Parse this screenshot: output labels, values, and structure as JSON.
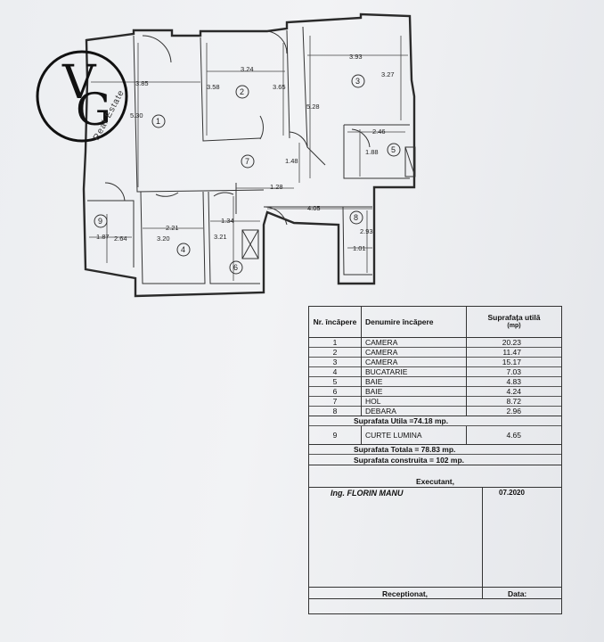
{
  "logo": {
    "monogram_v": "V",
    "monogram_g": "G",
    "text": "Real Estate"
  },
  "plan": {
    "dimensions": [
      "3.85",
      "5.30",
      "3.24",
      "3.58",
      "3.65",
      "3.93",
      "3.27",
      "5.28",
      "2.46",
      "1.88",
      "1.48",
      "1.28",
      "4.05",
      "2.93",
      "1.01",
      "2.21",
      "3.20",
      "1.34",
      "3.21",
      "1.87",
      "2.64"
    ],
    "rooms": [
      "1",
      "2",
      "3",
      "4",
      "5",
      "6",
      "7",
      "8",
      "9"
    ]
  },
  "table": {
    "header": {
      "nr": "Nr. încăpere",
      "name": "Denumire încăpere",
      "area": "Suprafața utilă",
      "unit": "(mp)"
    },
    "rows": [
      {
        "nr": "1",
        "name": "CAMERA",
        "area": "20.23"
      },
      {
        "nr": "2",
        "name": "CAMERA",
        "area": "11.47"
      },
      {
        "nr": "3",
        "name": "CAMERA",
        "area": "15.17"
      },
      {
        "nr": "4",
        "name": "BUCATARIE",
        "area": "7.03"
      },
      {
        "nr": "5",
        "name": "BAIE",
        "area": "4.83"
      },
      {
        "nr": "6",
        "name": "BAIE",
        "area": "4.24"
      },
      {
        "nr": "7",
        "name": "HOL",
        "area": "8.72"
      },
      {
        "nr": "8",
        "name": "DEBARA",
        "area": "2.96"
      }
    ],
    "suprafata_utila": "Suprafata Utila =74.18 mp.",
    "row9": {
      "nr": "9",
      "name": "CURTE LUMINA",
      "area": "4.65"
    },
    "suprafata_totala": "Suprafata Totala = 78.83 mp.",
    "suprafata_construita": "Suprafata construita = 102 mp.",
    "executant": "Executant,",
    "engineer": "Ing. FLORIN MANU",
    "date": "07.2020",
    "receptionat": "Receptionat,",
    "data_label": "Data:"
  }
}
